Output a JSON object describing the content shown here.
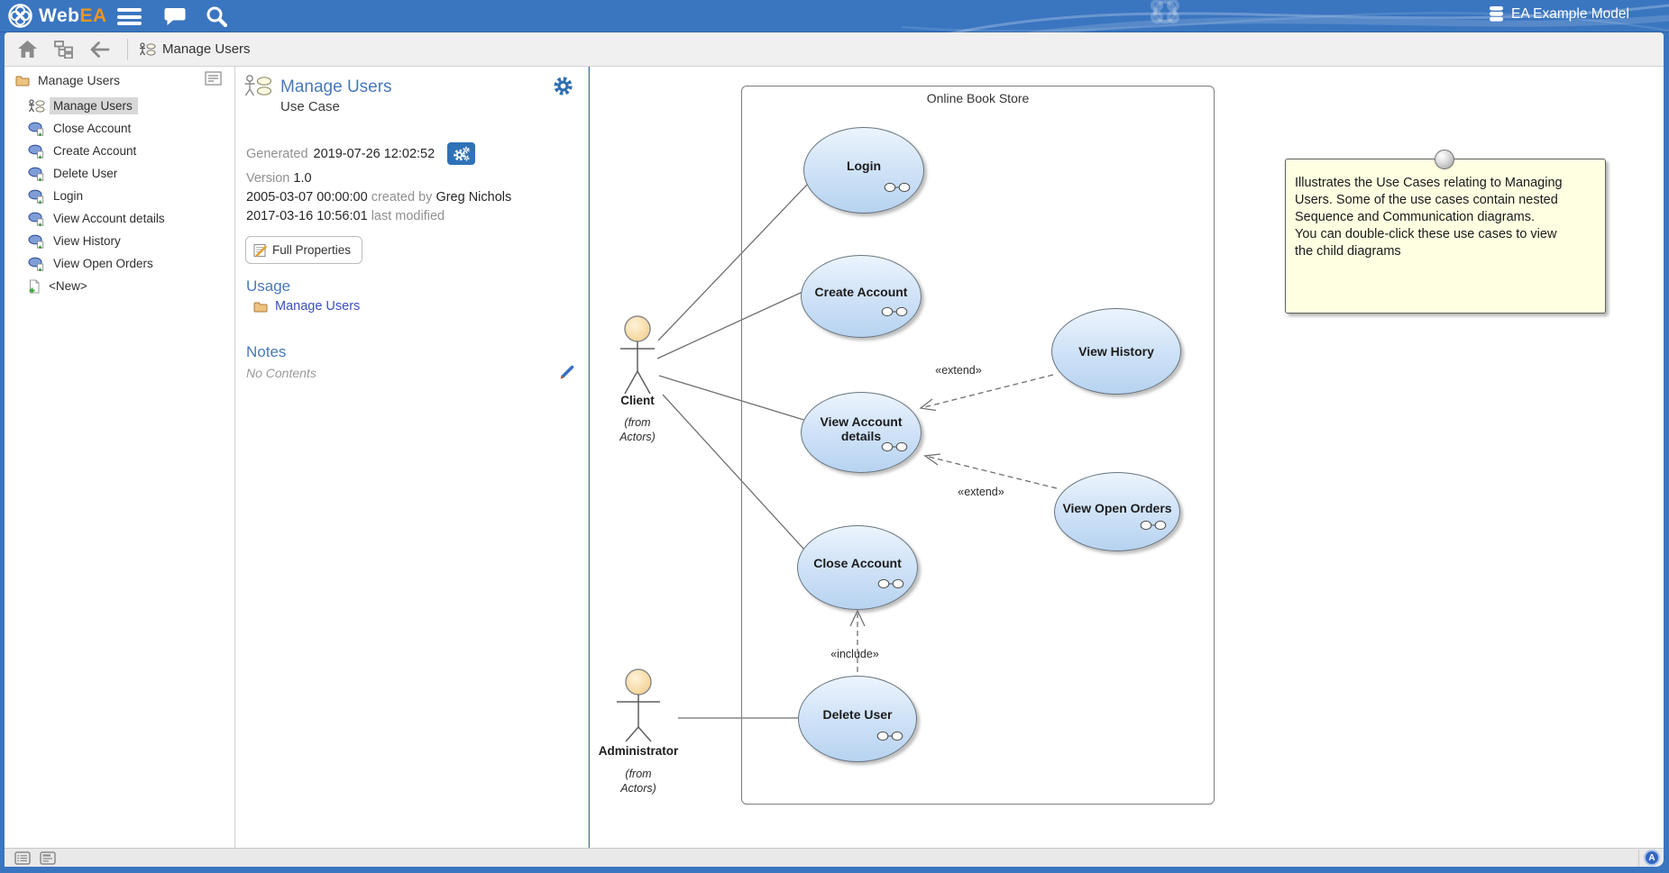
{
  "header": {
    "logo_web": "Web",
    "logo_ea": "EA",
    "model_name": "EA Example Model"
  },
  "toolbar": {
    "breadcrumb": "Manage Users"
  },
  "sidebar": {
    "header": "Manage Users",
    "items": [
      {
        "label": "Manage Users",
        "type": "diagram",
        "selected": true
      },
      {
        "label": "Close Account",
        "type": "usecase"
      },
      {
        "label": "Create Account",
        "type": "usecase"
      },
      {
        "label": "Delete User",
        "type": "usecase"
      },
      {
        "label": "Login",
        "type": "usecase"
      },
      {
        "label": "View Account details",
        "type": "usecase"
      },
      {
        "label": "View History",
        "type": "usecase"
      },
      {
        "label": "View Open Orders",
        "type": "usecase"
      },
      {
        "label": "<New>",
        "type": "new"
      }
    ]
  },
  "properties": {
    "title": "Manage Users",
    "subtitle": "Use Case",
    "generated_label": "Generated",
    "generated": "2019-07-26 12:02:52",
    "version_label": "Version",
    "version": "1.0",
    "created_date": "2005-03-07 00:00:00",
    "created_by_label": "created by",
    "created_by": "Greg Nichols",
    "modified_date": "2017-03-16 10:56:01",
    "modified_label": "last modified",
    "full_properties": "Full Properties",
    "usage_heading": "Usage",
    "usage_link": "Manage Users",
    "notes_heading": "Notes",
    "notes_placeholder": "No Contents"
  },
  "diagram": {
    "frame_title": "Online Book Store",
    "use_cases": [
      {
        "name": "Login",
        "composite": true
      },
      {
        "name": "Create Account",
        "composite": true
      },
      {
        "name": "View History",
        "composite": false
      },
      {
        "name": "View Account details",
        "composite": true
      },
      {
        "name": "View Open Orders",
        "composite": true
      },
      {
        "name": "Close Account",
        "composite": true
      },
      {
        "name": "Delete User",
        "composite": true
      }
    ],
    "actors": [
      {
        "name": "Client",
        "from1": "(from",
        "from2": "Actors)"
      },
      {
        "name": "Administrator",
        "from1": "(from",
        "from2": "Actors)"
      }
    ],
    "labels": {
      "extend": "«extend»",
      "include": "«include»"
    },
    "note": {
      "text": "Illustrates the Use Cases relating to Managing\nUsers. Some of the use cases contain nested\nSequence and Communication diagrams.\nYou can double-click these use cases to view\nthe child diagrams"
    }
  },
  "statusbar": {
    "badge": "A"
  },
  "colors": {
    "header_blue": "#3a75c0",
    "logo_orange": "#f0941f",
    "accent_blue": "#2e6fb2",
    "title_blue": "#4879b9",
    "link_blue": "#3b4fc0",
    "usecase_fill_top": "#ecf4fd",
    "usecase_fill_bottom": "#b7d3f0",
    "usecase_border": "#68747f",
    "note_bg": "#ffffe1",
    "actor_head": "#f5d392",
    "selection_bg": "#d8d8d8",
    "statusbar_bg": "#e9e9e9"
  }
}
